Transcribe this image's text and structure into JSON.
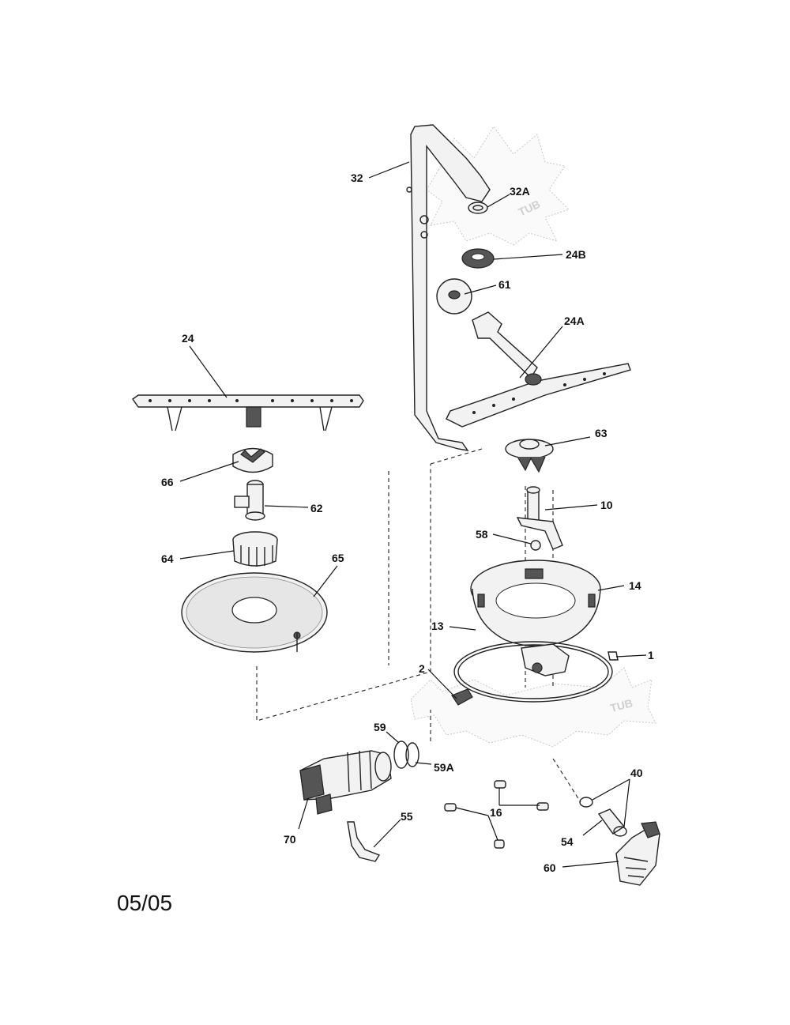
{
  "diagram": {
    "date_code": "05/05",
    "tub_label": "TUB",
    "callouts": {
      "c32": "32",
      "c32A": "32A",
      "c24B": "24B",
      "c61": "61",
      "c24A": "24A",
      "c24": "24",
      "c63": "63",
      "c66": "66",
      "c62": "62",
      "c10": "10",
      "c58": "58",
      "c64": "64",
      "c65": "65",
      "c14": "14",
      "c13": "13",
      "c1": "1",
      "c2": "2",
      "c59": "59",
      "c59A": "59A",
      "c40": "40",
      "c16": "16",
      "c55": "55",
      "c54": "54",
      "c70": "70",
      "c60": "60"
    }
  }
}
